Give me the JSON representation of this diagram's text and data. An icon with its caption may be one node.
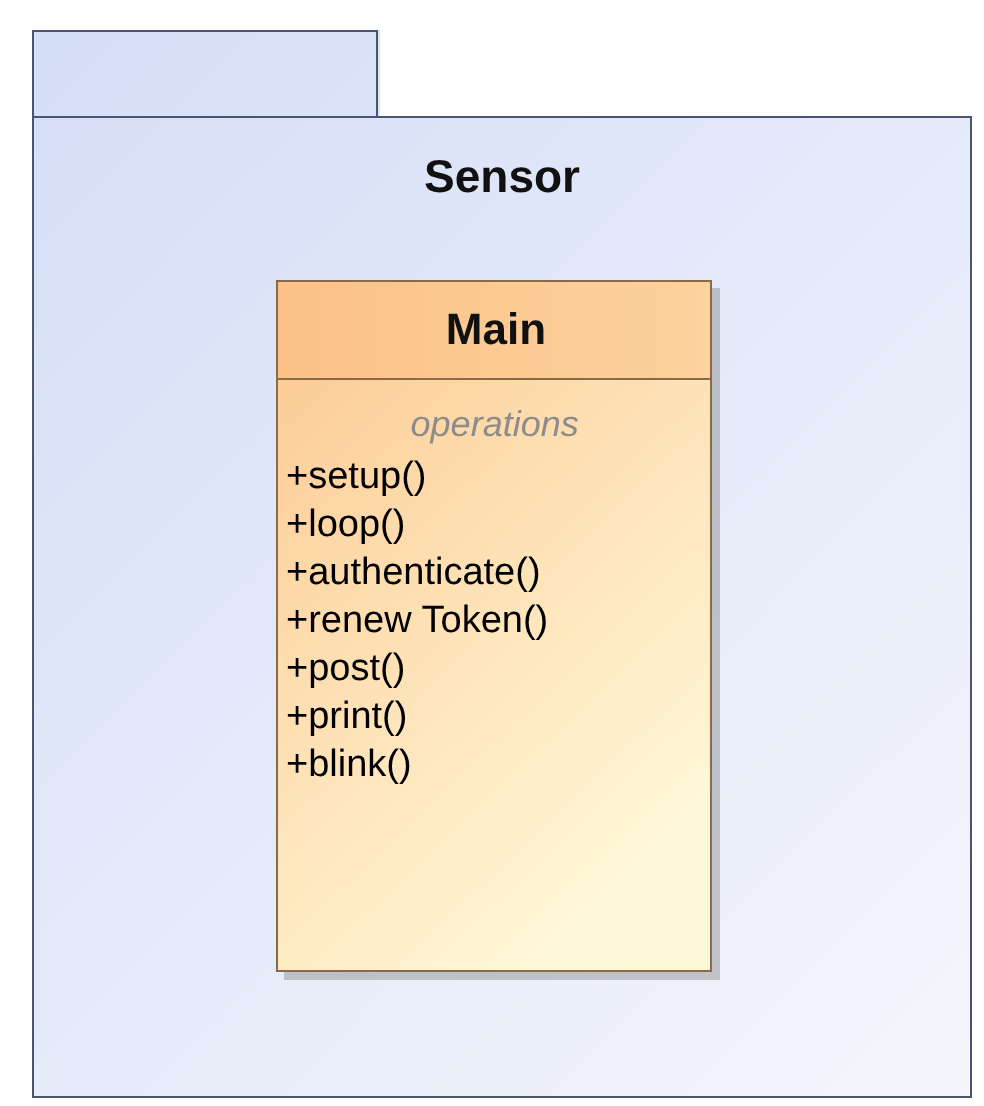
{
  "diagram": {
    "nodes": [
      {
        "text": [
          "Sensor"
        ]
      },
      {
        "text": [
          "Main",
          "operations",
          "+setup()",
          "+loop()",
          "+authenticate()",
          "+renew Token()",
          "+post()",
          "+print()",
          "+blink()"
        ],
        "in": 0
      }
    ]
  }
}
